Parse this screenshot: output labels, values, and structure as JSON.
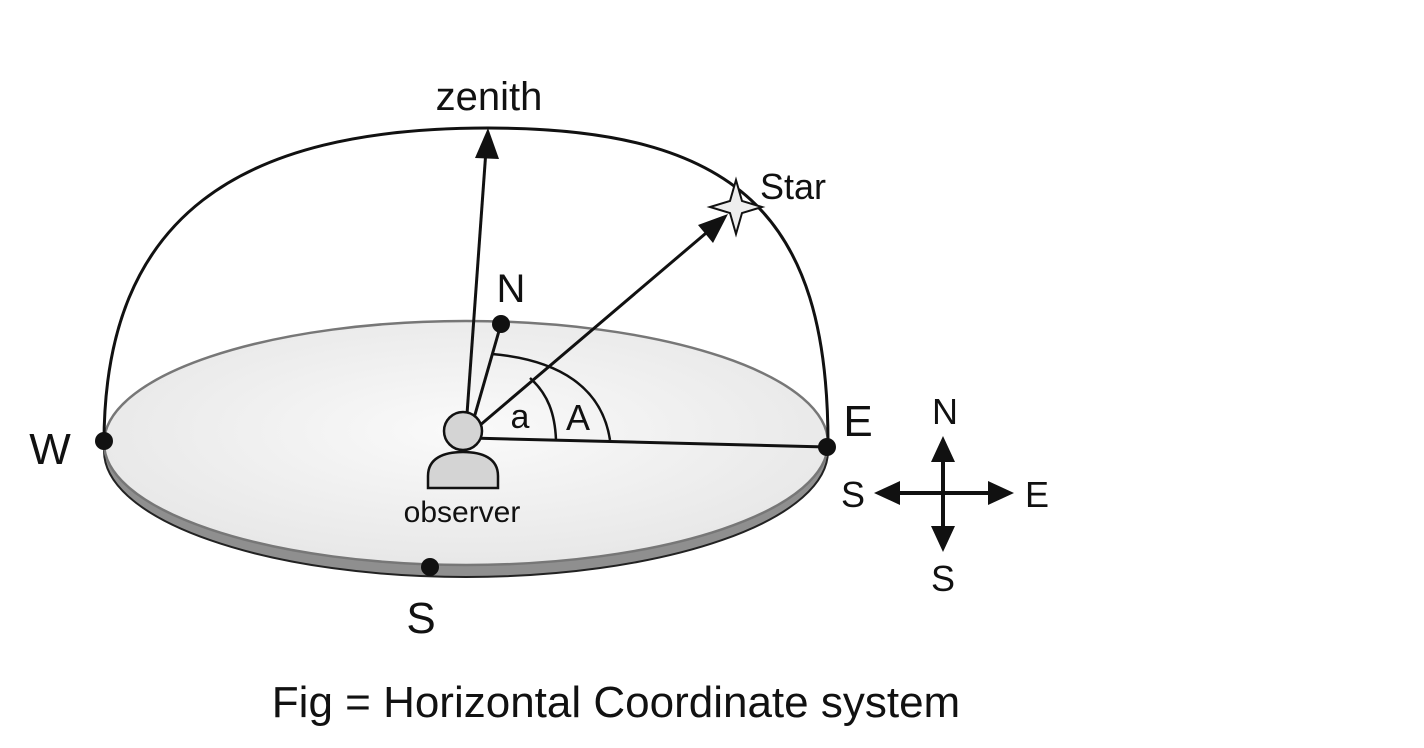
{
  "labels": {
    "zenith": "zenith",
    "star": "Star",
    "north": "N",
    "west": "W",
    "east": "E",
    "south": "S",
    "observer": "observer",
    "altitude": "a",
    "azimuth": "A"
  },
  "compass": {
    "north": "N",
    "south": "S",
    "east": "E",
    "west": "S"
  },
  "caption": "Fig = Horizontal Coordinate system",
  "colors": {
    "ink": "#111111",
    "disc_fill": "#f1f1f1",
    "disc_edge": "#8a8a8a",
    "observer_fill": "#d4d4d4",
    "star_fill": "#eeeeee"
  }
}
